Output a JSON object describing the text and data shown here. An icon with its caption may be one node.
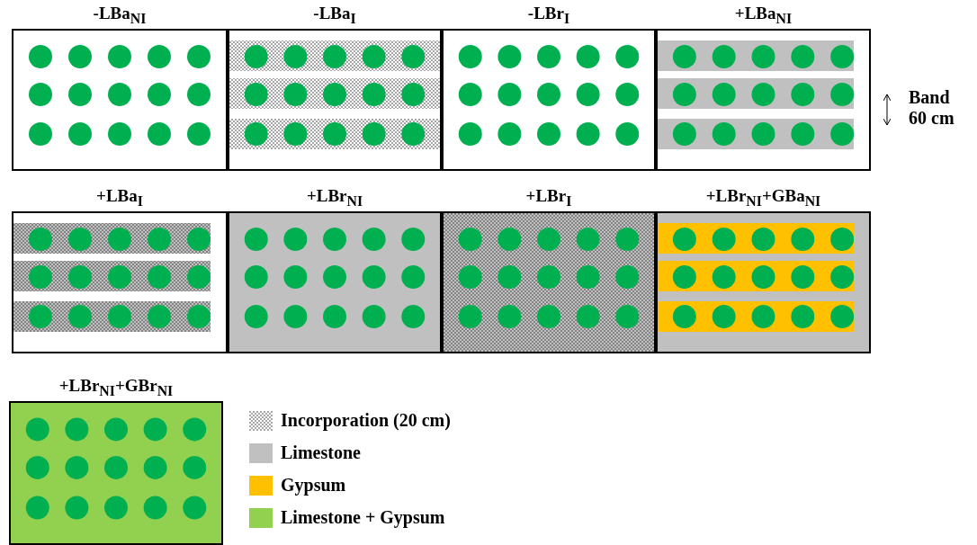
{
  "diagram": {
    "nodes": [
      {
        "text": [
          "-LBa$_{NI}$"
        ]
      },
      {
        "text": [
          "-LBa$_{I}$"
        ]
      },
      {
        "text": [
          "-LBr$_{I}$"
        ]
      },
      {
        "text": [
          "+LBa$_{NI}$"
        ]
      },
      {
        "text": [
          "+LBa$_{I}$"
        ]
      },
      {
        "text": [
          "+LBr$_{NI}$"
        ]
      },
      {
        "text": [
          "+LBr$_{I}$"
        ]
      },
      {
        "text": [
          "+LBr$_{NI}$+GBa$_{NI}$"
        ]
      },
      {
        "text": [
          "+LBr$_{NI}$+GBr$_{NI}$"
        ]
      }
    ],
    "edges": [],
    "labels": [
      "Band 60 cm"
    ],
    "legend": [
      {
        "text": "Incorporation (20 cm)"
      },
      {
        "text": "Limestone",
        "color": "#c0c0c0"
      },
      {
        "text": "Gypsum",
        "color": "#ffc000"
      },
      {
        "text": "Limestone + Gypsum",
        "color": "#92d050"
      }
    ]
  }
}
